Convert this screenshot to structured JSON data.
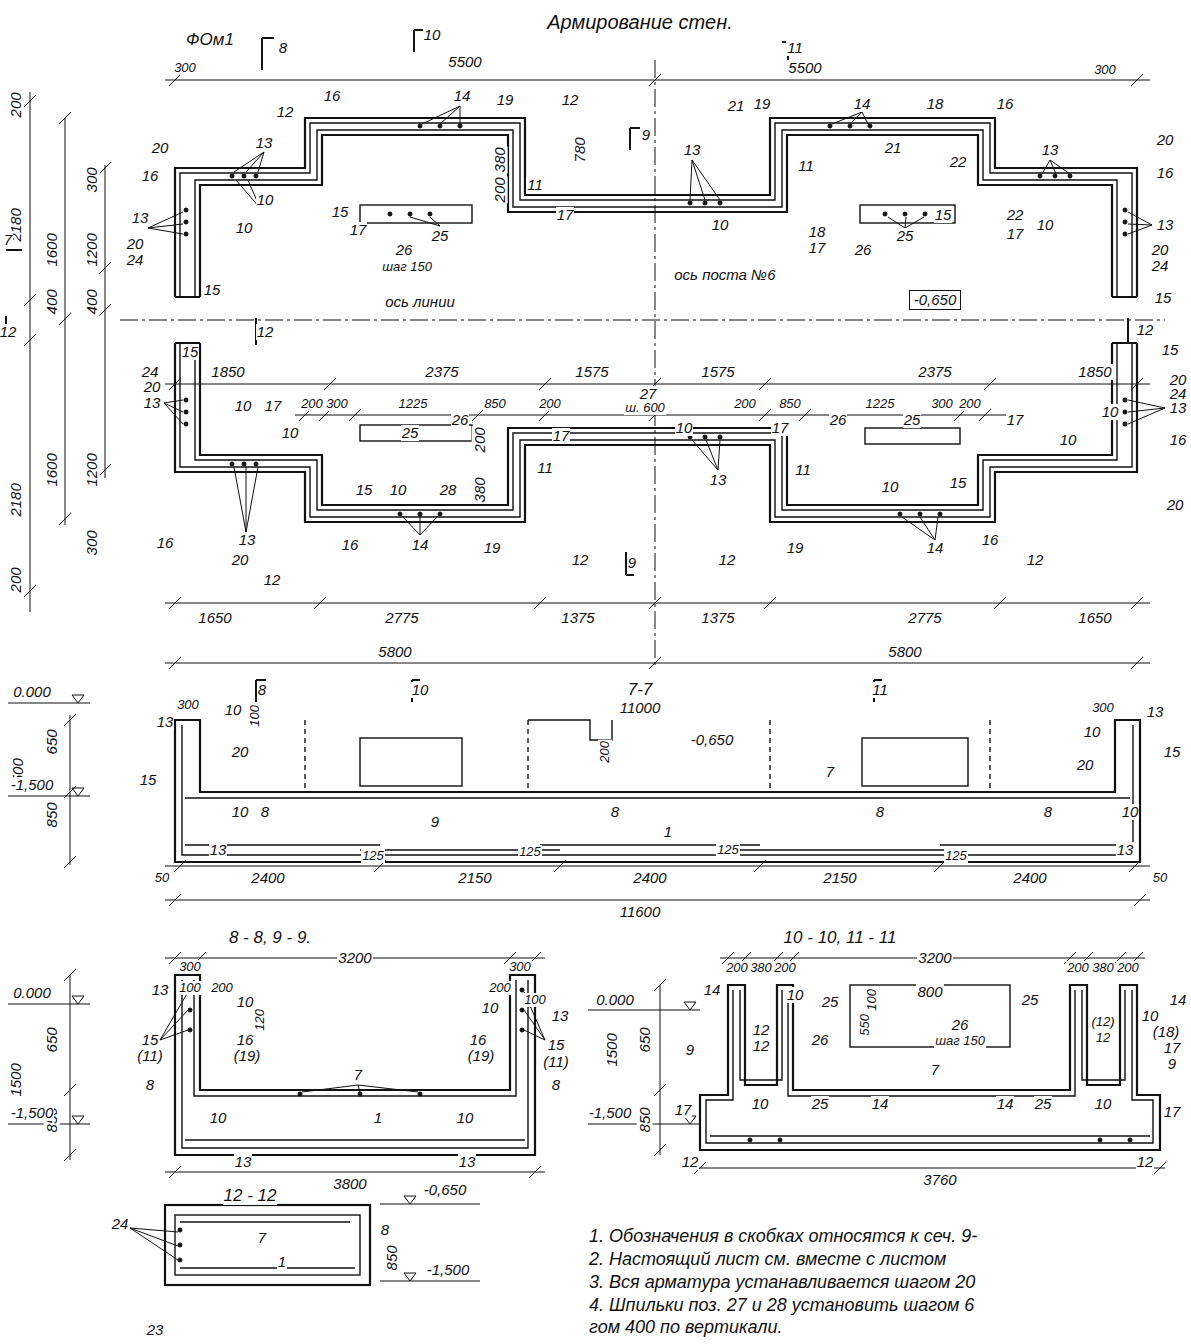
{
  "diagram": {
    "title": "Армирование стен.",
    "labels": [
      "ФОм1",
      "8",
      "10",
      "5500",
      "11",
      "5500",
      "300",
      "300",
      "200",
      "2180",
      "1600",
      "300",
      "1200",
      "400",
      "400",
      "7",
      "12",
      "16",
      "12",
      "14",
      "19",
      "12",
      "780",
      "380",
      "200",
      "11",
      "17",
      "9",
      "20",
      "13",
      "16",
      "10",
      "13",
      "20",
      "24",
      "10",
      "15",
      "17",
      "15",
      "25",
      "26",
      "шаг 150",
      "21",
      "19",
      "14",
      "21",
      "18",
      "16",
      "13",
      "10",
      "11",
      "18",
      "17",
      "22",
      "15",
      "25",
      "26",
      "22",
      "17",
      "10",
      "13",
      "20",
      "16",
      "13",
      "20",
      "24",
      "15",
      "ось поста №6",
      "ось линии",
      "-0,650",
      "12",
      "12",
      "1850",
      "2375",
      "1575",
      "1575",
      "2375",
      "1850",
      "15",
      "15",
      "24",
      "20",
      "13",
      "10",
      "17",
      "200",
      "300",
      "1225",
      "850",
      "200",
      "27",
      "ш. 600",
      "200",
      "850",
      "1225",
      "300",
      "200",
      "20",
      "24",
      "13",
      "10",
      "17",
      "10",
      "16",
      "10",
      "25",
      "26",
      "200",
      "17",
      "10",
      "17",
      "26",
      "25",
      "1600",
      "1200",
      "2180",
      "300",
      "200",
      "16",
      "13",
      "20",
      "15",
      "10",
      "28",
      "380",
      "11",
      "13",
      "11",
      "10",
      "15",
      "12",
      "16",
      "14",
      "19",
      "12",
      "9",
      "12",
      "19",
      "14",
      "16",
      "12",
      "20",
      "1650",
      "2775",
      "1375",
      "1375",
      "2775",
      "1650",
      "5800",
      "5800",
      "8",
      "10",
      "11",
      "7-7",
      "0.000",
      "300",
      "11000",
      "300",
      "13",
      "10",
      "100",
      "20",
      "13",
      "10",
      "15",
      "20",
      "15",
      "200",
      "-0,650",
      "7",
      "1500",
      "650",
      "850",
      "-1,500",
      "10",
      "8",
      "9",
      "8",
      "8",
      "8",
      "1",
      "10",
      "13",
      "2400",
      "125",
      "2150",
      "125",
      "2400",
      "125",
      "2150",
      "125",
      "2400",
      "13",
      "50",
      "50",
      "11600",
      "8 - 8,  9 - 9.",
      "300",
      "3200",
      "300",
      "0.000",
      "13",
      "100",
      "200",
      "10",
      "120",
      "200",
      "10",
      "100",
      "13",
      "650",
      "1500",
      "15",
      "(11)",
      "16",
      "(19)",
      "7",
      "16",
      "(19)",
      "15",
      "(11)",
      "8",
      "8",
      "850",
      "-1,500",
      "10",
      "1",
      "10",
      "13",
      "13",
      "3800",
      "12 - 12",
      "-0,650",
      "24",
      "7",
      "1",
      "8",
      "850",
      "-1,500",
      "23",
      "10 - 10,  11 - 11",
      "200",
      "380",
      "200",
      "3200",
      "200",
      "380",
      "200",
      "0.000",
      "14",
      "10",
      "25",
      "800",
      "25",
      "100",
      "10",
      "14",
      "(18)",
      "17",
      "9",
      "17",
      "12",
      "12",
      "26",
      "550",
      "26",
      "шаг 150",
      "(12)",
      "12",
      "9",
      "7",
      "1500",
      "650",
      "850",
      "-1,500",
      "17",
      "10",
      "25",
      "14",
      "14",
      "25",
      "10",
      "12",
      "12",
      "3760",
      "1. Обозначения в скобках относятся к сеч. 9-",
      "2. Настоящий лист см. вместе с листом",
      "3. Вся арматура устанавливается шагом 20",
      "4. Шпильки поз. 27 и 28 установить шагом 6",
      "гом 400 по вертикали."
    ]
  }
}
